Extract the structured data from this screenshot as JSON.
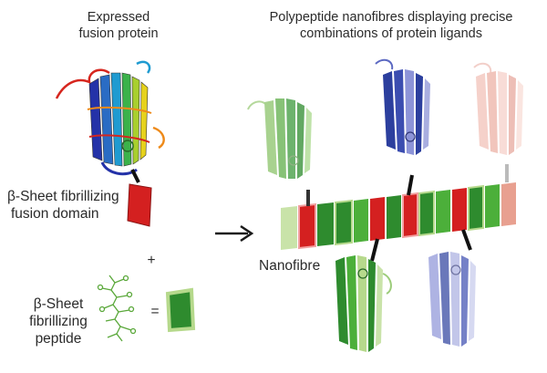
{
  "labels": {
    "expressed_line1": "Expressed",
    "expressed_line2": "fusion protein",
    "display_line1": "Polypeptide nanofibres displaying precise",
    "display_line2": "combinations of protein ligands",
    "fusion_domain_line1": "β-Sheet fibrillizing",
    "fusion_domain_line2": "fusion domain",
    "plus": "+",
    "peptide_line1": "β-Sheet",
    "peptide_line2": "fibrillizing",
    "peptide_line3": "peptide",
    "equals": "=",
    "nanofibre": "Nanofibre"
  },
  "colors": {
    "green_dark": "#2e8b2e",
    "green_mid": "#4caf3a",
    "green_light": "#b6d98c",
    "red": "#d42020",
    "pink": "#e8a090",
    "blue": "#2c3f9e",
    "blue_light": "#a9aee0",
    "arrow": "#1a1a1a"
  },
  "icons": {
    "fusion_protein": "rainbow-beta-barrel-icon",
    "fibrillizing_domain": "red-segment-icon",
    "peptide": "green-peptide-structure-icon",
    "peptide_block": "green-segment-icon",
    "process_arrow": "right-arrow-icon",
    "nanofibre": "segmented-fibre-icon"
  }
}
